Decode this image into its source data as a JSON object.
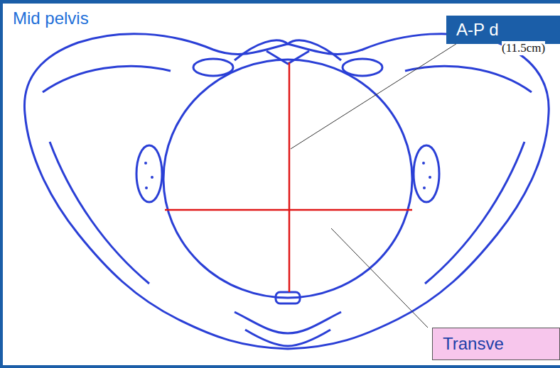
{
  "diagram": {
    "title": "Mid pelvis",
    "nodes": [
      {
        "text": [
          "A-P d"
        ]
      },
      {
        "text": [
          "Transve"
        ]
      }
    ],
    "labels": [
      "(11.5cm)"
    ]
  }
}
